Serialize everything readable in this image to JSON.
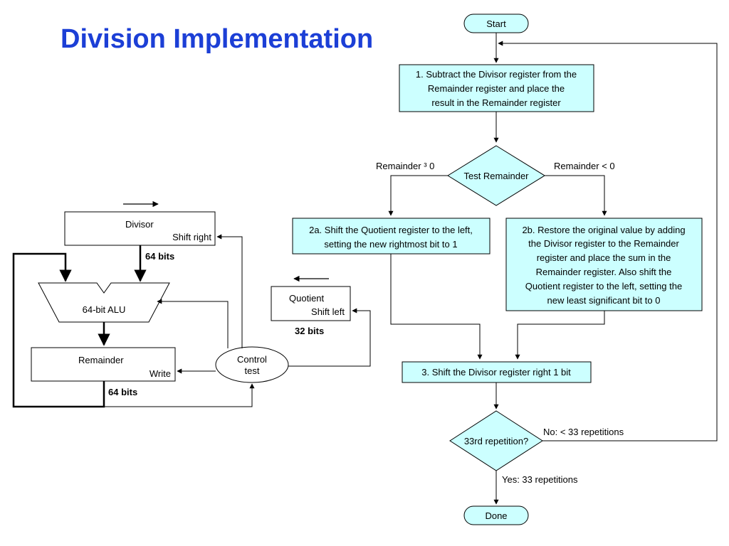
{
  "title": "Division Implementation",
  "hardware": {
    "divisor_label": "Divisor",
    "divisor_op": "Shift right",
    "divisor_bits": "64 bits",
    "alu_label": "64-bit ALU",
    "remainder_label": "Remainder",
    "remainder_op": "Write",
    "remainder_bits": "64 bits",
    "quotient_label": "Quotient",
    "quotient_op": "Shift left",
    "quotient_bits": "32 bits",
    "control_line1": "Control",
    "control_line2": "test"
  },
  "flowchart": {
    "start": "Start",
    "step1_lines": [
      "1.  Subtract the Divisor register from the",
      "Remainder register and place the",
      "result in the Remainder register"
    ],
    "decision1": "Test Remainder",
    "branch_left_label": "Remainder  ³  0",
    "branch_right_label": "Remainder < 0",
    "step2a_lines": [
      "2a.  Shift the Quotient register to the left,",
      "setting the new rightmost bit to 1"
    ],
    "step2b_lines": [
      "2b.  Restore the original value by adding",
      "the Divisor register to the Remainder",
      "register and place the sum in the",
      "Remainder register. Also shift the",
      "Quotient register to the left, setting the",
      "new least significant bit to 0"
    ],
    "step3": "3.  Shift the Divisor register right 1 bit",
    "decision2": "33rd repetition?",
    "no_label": "No:  < 33 repetitions",
    "yes_label": "Yes:  33 repetitions",
    "done": "Done"
  },
  "colors": {
    "title": "#1c3fd6",
    "box_fill": "#ccffff",
    "terminal_fill": "#ccffff"
  }
}
